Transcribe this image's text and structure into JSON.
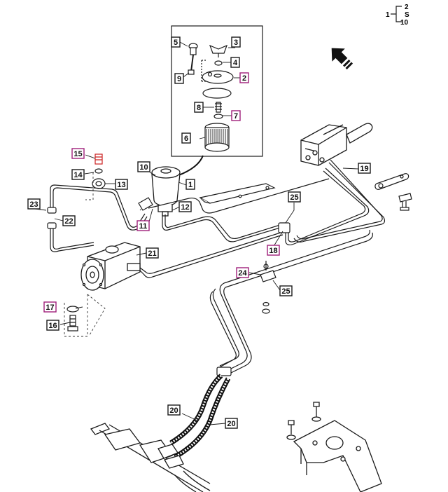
{
  "legend": {
    "top": "2",
    "middle": "S",
    "bottom": "10",
    "left": "1"
  },
  "callouts": [
    {
      "text": "1",
      "h": false
    },
    {
      "text": "2",
      "h": true
    },
    {
      "text": "3",
      "h": false
    },
    {
      "text": "4",
      "h": false
    },
    {
      "text": "5",
      "h": false
    },
    {
      "text": "6",
      "h": false
    },
    {
      "text": "7",
      "h": true
    },
    {
      "text": "8",
      "h": false
    },
    {
      "text": "9",
      "h": false
    },
    {
      "text": "10",
      "h": false
    },
    {
      "text": "11",
      "h": true
    },
    {
      "text": "12",
      "h": false
    },
    {
      "text": "13",
      "h": false
    },
    {
      "text": "14",
      "h": false
    },
    {
      "text": "15",
      "h": true
    },
    {
      "text": "16",
      "h": false
    },
    {
      "text": "17",
      "h": true
    },
    {
      "text": "18",
      "h": true
    },
    {
      "text": "19",
      "h": false
    },
    {
      "text": "20",
      "h": false
    },
    {
      "text": "20",
      "h": false
    },
    {
      "text": "21",
      "h": false
    },
    {
      "text": "22",
      "h": false
    },
    {
      "text": "23",
      "h": false
    },
    {
      "text": "24",
      "h": true
    },
    {
      "text": "25",
      "h": false
    },
    {
      "text": "25",
      "h": false
    }
  ],
  "colors": {
    "line": "#1a1a1a",
    "highlight": "#a0207a",
    "accent": "#cc2222"
  },
  "icons": [
    "direction-arrow-icon"
  ]
}
